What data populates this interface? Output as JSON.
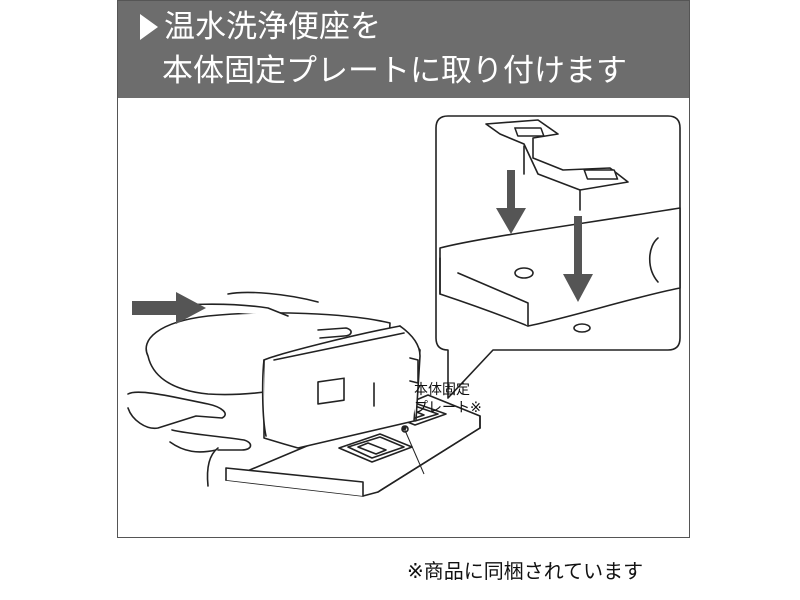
{
  "header": {
    "title_line1": "温水洗浄便座を",
    "title_line2": "本体固定プレートに取り付けます",
    "marker_icon": "right-triangle-icon"
  },
  "callout": {
    "label_line1": "本体固定",
    "label_line2": "プレート※"
  },
  "footnote": "※商品に同梱されています",
  "colors": {
    "header_bg": "#6d6d6d",
    "line": "#222222",
    "arrow": "#555555"
  }
}
